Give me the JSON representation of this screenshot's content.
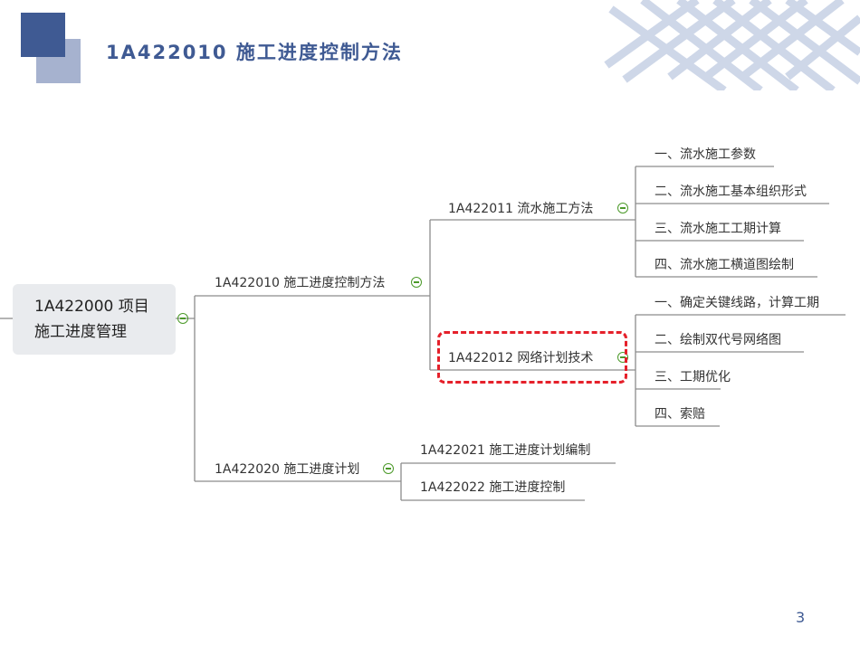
{
  "slide": {
    "title": "1A422010 施工进度控制方法",
    "page_number": "3"
  },
  "mindmap": {
    "root": {
      "line1": "1A422000 项目",
      "line2": "施工进度管理"
    },
    "level1": [
      {
        "label": "1A422010 施工进度控制方法"
      },
      {
        "label": "1A422020 施工进度计划"
      }
    ],
    "level2": [
      {
        "label": "1A422011 流水施工方法"
      },
      {
        "label": "1A422012 网络计划技术"
      },
      {
        "label": "1A422021 施工进度计划编制"
      },
      {
        "label": "1A422022 施工进度控制"
      }
    ],
    "liushui_items": [
      "一、流水施工参数",
      "二、流水施工基本组织形式",
      "三、流水施工工期计算",
      "四、流水施工横道图绘制"
    ],
    "network_items": [
      "一、确定关键线路，计算工期",
      "二、绘制双代号网络图",
      "三、工期优化",
      "四、索赔"
    ]
  },
  "colors": {
    "accent": "#3f5a93",
    "accent_light": "#a6b2cf",
    "highlight": "#e5202a",
    "collapse_icon": "#4c9a2a"
  }
}
